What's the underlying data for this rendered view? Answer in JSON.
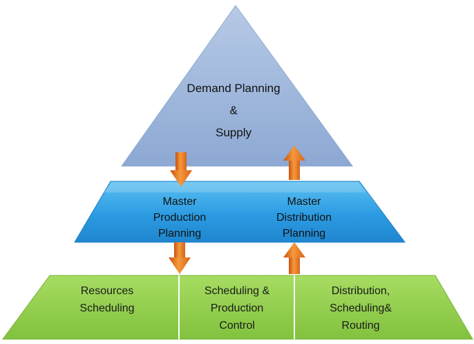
{
  "diagram": {
    "top_tier": {
      "line1": "Demand Planning",
      "line2": "&",
      "line3": "Supply",
      "color": "#9ab3d8"
    },
    "middle_tier": {
      "left": {
        "line1": "Master",
        "line2": "Production",
        "line3": "Planning"
      },
      "right": {
        "line1": "Master",
        "line2": "Distribution",
        "line3": "Planning"
      },
      "color": "#2f9be0"
    },
    "bottom_tier": {
      "cells": [
        {
          "line1": "Resources",
          "line2": "Scheduling"
        },
        {
          "line1": "Scheduling &",
          "line2": "Production",
          "line3": "Control"
        },
        {
          "line1": "Distribution,",
          "line2": "Scheduling&",
          "line3": "Routing"
        }
      ],
      "color": "#8fcc4a"
    },
    "arrows": {
      "color": "#e87722",
      "items": [
        {
          "name": "top-to-middle-left",
          "direction": "down"
        },
        {
          "name": "middle-to-top-right",
          "direction": "up"
        },
        {
          "name": "middle-to-bottom-left",
          "direction": "down"
        },
        {
          "name": "bottom-to-middle-right",
          "direction": "up"
        }
      ]
    }
  }
}
